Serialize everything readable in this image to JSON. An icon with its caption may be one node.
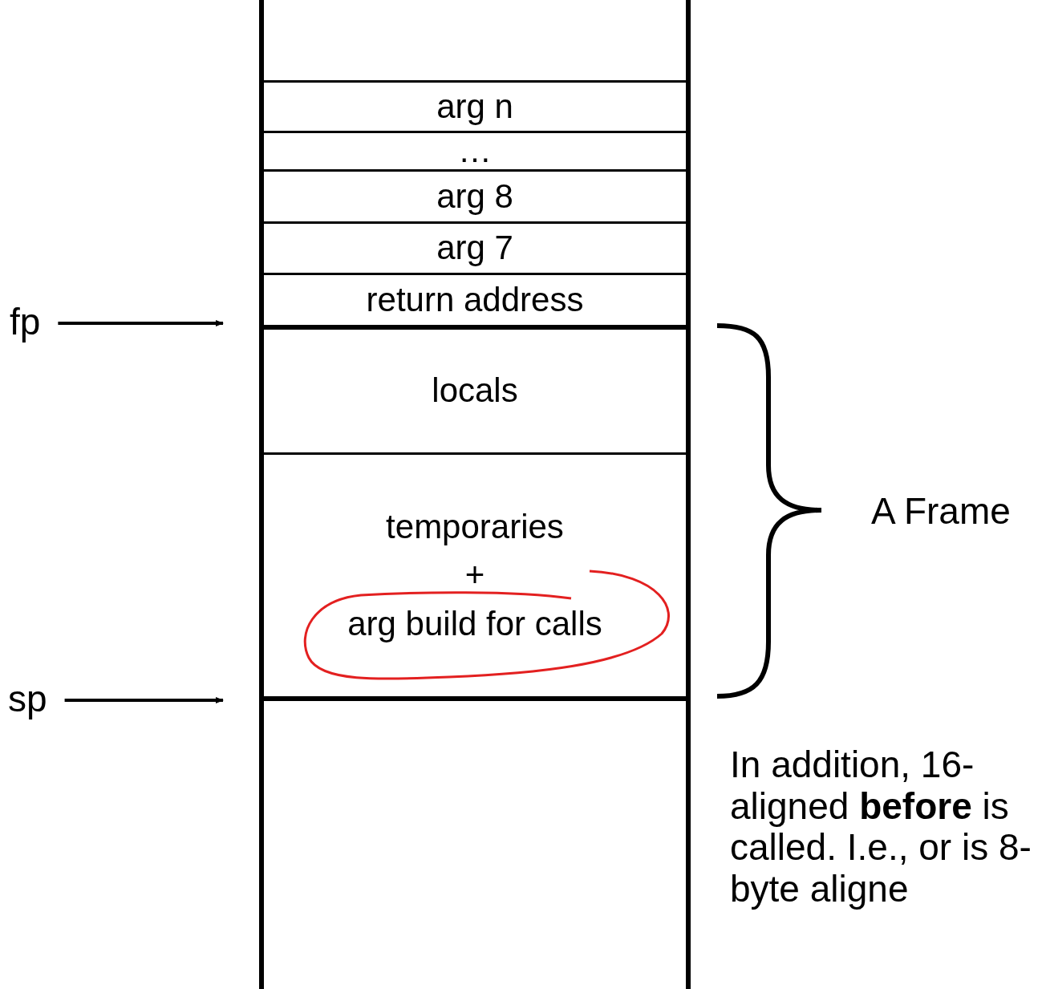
{
  "diagram": {
    "nodes": [
      {
        "text": [],
        "shape": "box"
      },
      {
        "text": [
          "arg n"
        ]
      },
      {
        "text": [
          "…"
        ]
      },
      {
        "text": [
          "arg 8"
        ]
      },
      {
        "text": [
          "arg 7"
        ]
      },
      {
        "text": [
          "return address"
        ]
      },
      {
        "text": [
          "locals"
        ]
      },
      {
        "text": [
          "temporaries",
          "+",
          "arg build for calls"
        ]
      },
      {
        "text": [],
        "shape": "box"
      },
      {
        "text": [
          "fp"
        ]
      },
      {
        "text": [
          "sp"
        ]
      }
    ],
    "edges": [
      {
        "from": 9,
        "to": null,
        "arrow": "to"
      },
      {
        "from": 10,
        "to": null,
        "arrow": "to"
      }
    ],
    "labels": [
      "A Frame",
      "In addition, 16- aligned **before** is called. I.e., or is 8-byte aligne"
    ]
  }
}
